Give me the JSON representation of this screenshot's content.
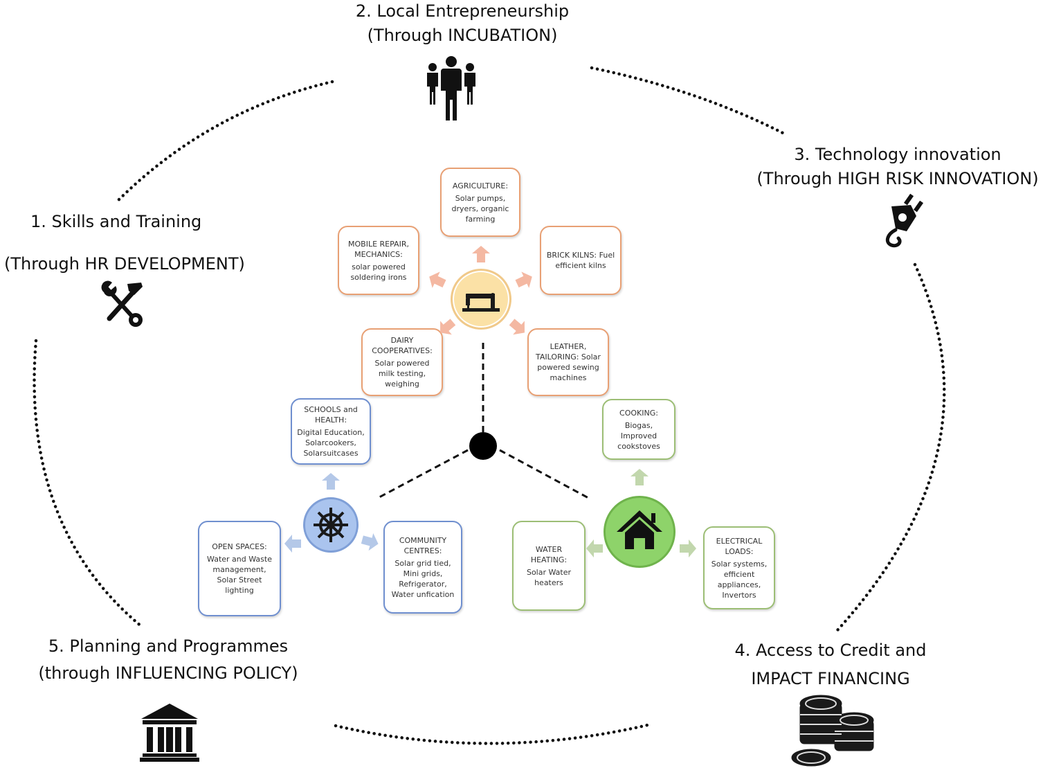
{
  "headings": {
    "skills": {
      "line1": "1.  Skills and Training",
      "line2": "(Through HR DEVELOPMENT)",
      "icon": "tools-icon"
    },
    "entrepreneurship": {
      "line1": "2. Local Entrepreneurship",
      "line2": "(Through INCUBATION)",
      "icon": "people-icon"
    },
    "technology": {
      "line1": "3. Technology innovation",
      "line2": "(Through HIGH RISK INNOVATION)",
      "icon": "plug-icon"
    },
    "credit": {
      "line1": "4. Access to Credit and",
      "line2": "IMPACT FINANCING",
      "icon": "coins-icon"
    },
    "planning": {
      "line1": "5. Planning and Programmes",
      "line2": "(through INFLUENCING POLICY)",
      "icon": "institution-icon"
    }
  },
  "hubs": {
    "enterprise": {
      "icon": "sewing-machine-icon",
      "color": "#fbe1a6"
    },
    "community": {
      "icon": "ship-wheel-icon",
      "color": "#aac4ee"
    },
    "household": {
      "icon": "house-icon",
      "color": "#8ed36a"
    },
    "center": {
      "icon": "center-dot",
      "color": "#000000"
    }
  },
  "boxes": {
    "agriculture": {
      "title": "AGRICULTURE:",
      "body": "Solar pumps, dryers, organic farming"
    },
    "mobile_repair": {
      "title": "MOBILE REPAIR, MECHANICS:",
      "body": "solar powered soldering irons"
    },
    "brick_kilns": {
      "title": "BRICK KILNS: Fuel efficient kilns",
      "body": ""
    },
    "dairy": {
      "title": "DAIRY COOPERATIVES:",
      "body": "Solar powered milk testing, weighing"
    },
    "leather": {
      "title": "LEATHER, TAILORING: Solar powered sewing machines",
      "body": ""
    },
    "schools": {
      "title": "SCHOOLS and HEALTH:",
      "body": "Digital Education, Solarcookers, Solarsuitcases"
    },
    "cooking": {
      "title": "COOKING:",
      "body": "Biogas, Improved cookstoves"
    },
    "open_spaces": {
      "title": "OPEN SPACES:",
      "body": "Water and Waste management, Solar Street lighting"
    },
    "community_centres": {
      "title": "COMMUNITY CENTRES:",
      "body": "Solar grid tied, Mini grids, Refrigerator, Water unfication"
    },
    "water_heating": {
      "title": "WATER HEATING:",
      "body": "Solar Water heaters"
    },
    "electrical_loads": {
      "title": "ELECTRICAL LOADS:",
      "body": "Solar systems, efficient appliances, Invertors"
    }
  },
  "colors": {
    "orange_border": "#e8a074",
    "orange_arrow": "#f4b8a2",
    "blue_border": "#6f8fcf",
    "blue_arrow": "#b4c8e8",
    "green_border": "#9cbe75",
    "green_arrow": "#c2d7ad"
  }
}
